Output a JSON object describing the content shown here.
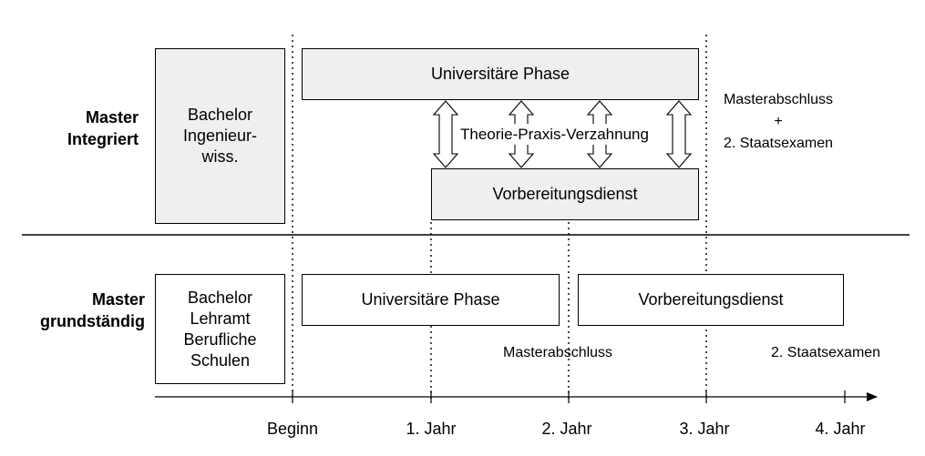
{
  "rows": {
    "integrated": "Master\nIntegriert",
    "grundstaendig": "Master\ngrundständig"
  },
  "integrated": {
    "bachelor": "Bachelor\nIngenieur-\nwiss.",
    "uni_phase": "Universitäre Phase",
    "link_label": "Theorie-Praxis-Verzahnung",
    "prep": "Vorbereitungsdienst",
    "result": "Masterabschluss\n+\n2. Staatsexamen"
  },
  "grundstaendig": {
    "bachelor": "Bachelor\nLehramt\nBerufliche\nSchulen",
    "uni_phase": "Universitäre Phase",
    "prep": "Vorbereitungsdienst",
    "degree_master": "Masterabschluss",
    "degree_state": "2. Staatsexamen"
  },
  "timeline": {
    "ticks": [
      "Beginn",
      "1. Jahr",
      "2. Jahr",
      "3. Jahr",
      "4. Jahr"
    ]
  },
  "colors": {
    "box_fill": "#efefef",
    "line": "#000000"
  }
}
